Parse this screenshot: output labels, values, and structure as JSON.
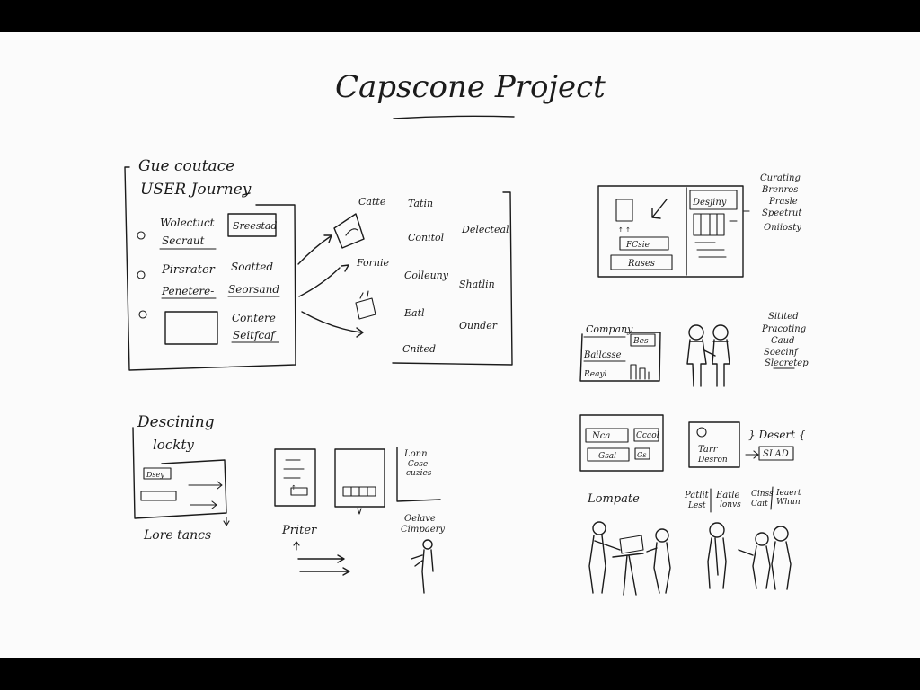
{
  "title": "Capscone Project",
  "journey": {
    "heading": [
      "Gue coutace",
      "USER Journey"
    ],
    "rows": [
      [
        "Wolectuct",
        "Secraut",
        "Sreestad"
      ],
      [
        "Pirsrater",
        "Penetere-",
        "Soatted",
        "Seorsand"
      ],
      [
        "Contere",
        "Seitfcaf"
      ]
    ],
    "flow": {
      "col1": [
        "Catte",
        "Fornie"
      ],
      "col2": [
        "Tatin",
        "Conitol",
        "Colleuny",
        "Eatl",
        "Cnited"
      ],
      "col3": [
        "Delecteal",
        "Shatlin",
        "Ounder"
      ]
    }
  },
  "wireframe_notes": [
    "Curating",
    "Brenros",
    "Prasle",
    "Speetrut",
    "Oniiosty"
  ],
  "wireframe_labels": [
    "Desjiny",
    "FCsie",
    "Rases"
  ],
  "company": {
    "panel": [
      "Company",
      "Bes",
      "Bailcsse",
      "Reayl"
    ],
    "notes": [
      "Sitited",
      "Pracoting",
      "Caud",
      "Soecinf",
      "Slecretep"
    ]
  },
  "bottom_right": {
    "buttons": [
      "Nca",
      "Ccaol",
      "Gsal",
      "Gs"
    ],
    "box": [
      "Tarr",
      "Desron"
    ],
    "arrow_labels": [
      "Desert",
      "SLAD"
    ],
    "lompate": "Lompate",
    "columns": [
      "Patlit",
      "Lest",
      "Eatle",
      "lonvs",
      "Cinss",
      "Cait",
      "Ieaert",
      "Whun"
    ]
  },
  "desig": {
    "heading": [
      "Descining",
      "lockty"
    ],
    "caption": "Lore tancs",
    "box_label": "Dsey"
  },
  "middle_bottom": {
    "printer": "Priter",
    "note": [
      "Lonn",
      "- Cose",
      "cuzies"
    ],
    "bottom": [
      "Oelave",
      "Cimpaery"
    ]
  }
}
